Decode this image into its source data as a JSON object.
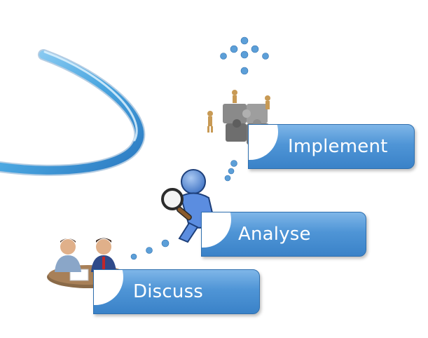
{
  "steps": [
    {
      "label": "Discuss",
      "icon": "meeting-people-icon"
    },
    {
      "label": "Analyse",
      "icon": "magnifier-figure-icon"
    },
    {
      "label": "Implement",
      "icon": "puzzle-team-icon"
    }
  ],
  "colors": {
    "box_top": "#7fb6e8",
    "box_bottom": "#3a82c8",
    "curve": "#4aa6e0",
    "dots": "#5c9fd8"
  }
}
